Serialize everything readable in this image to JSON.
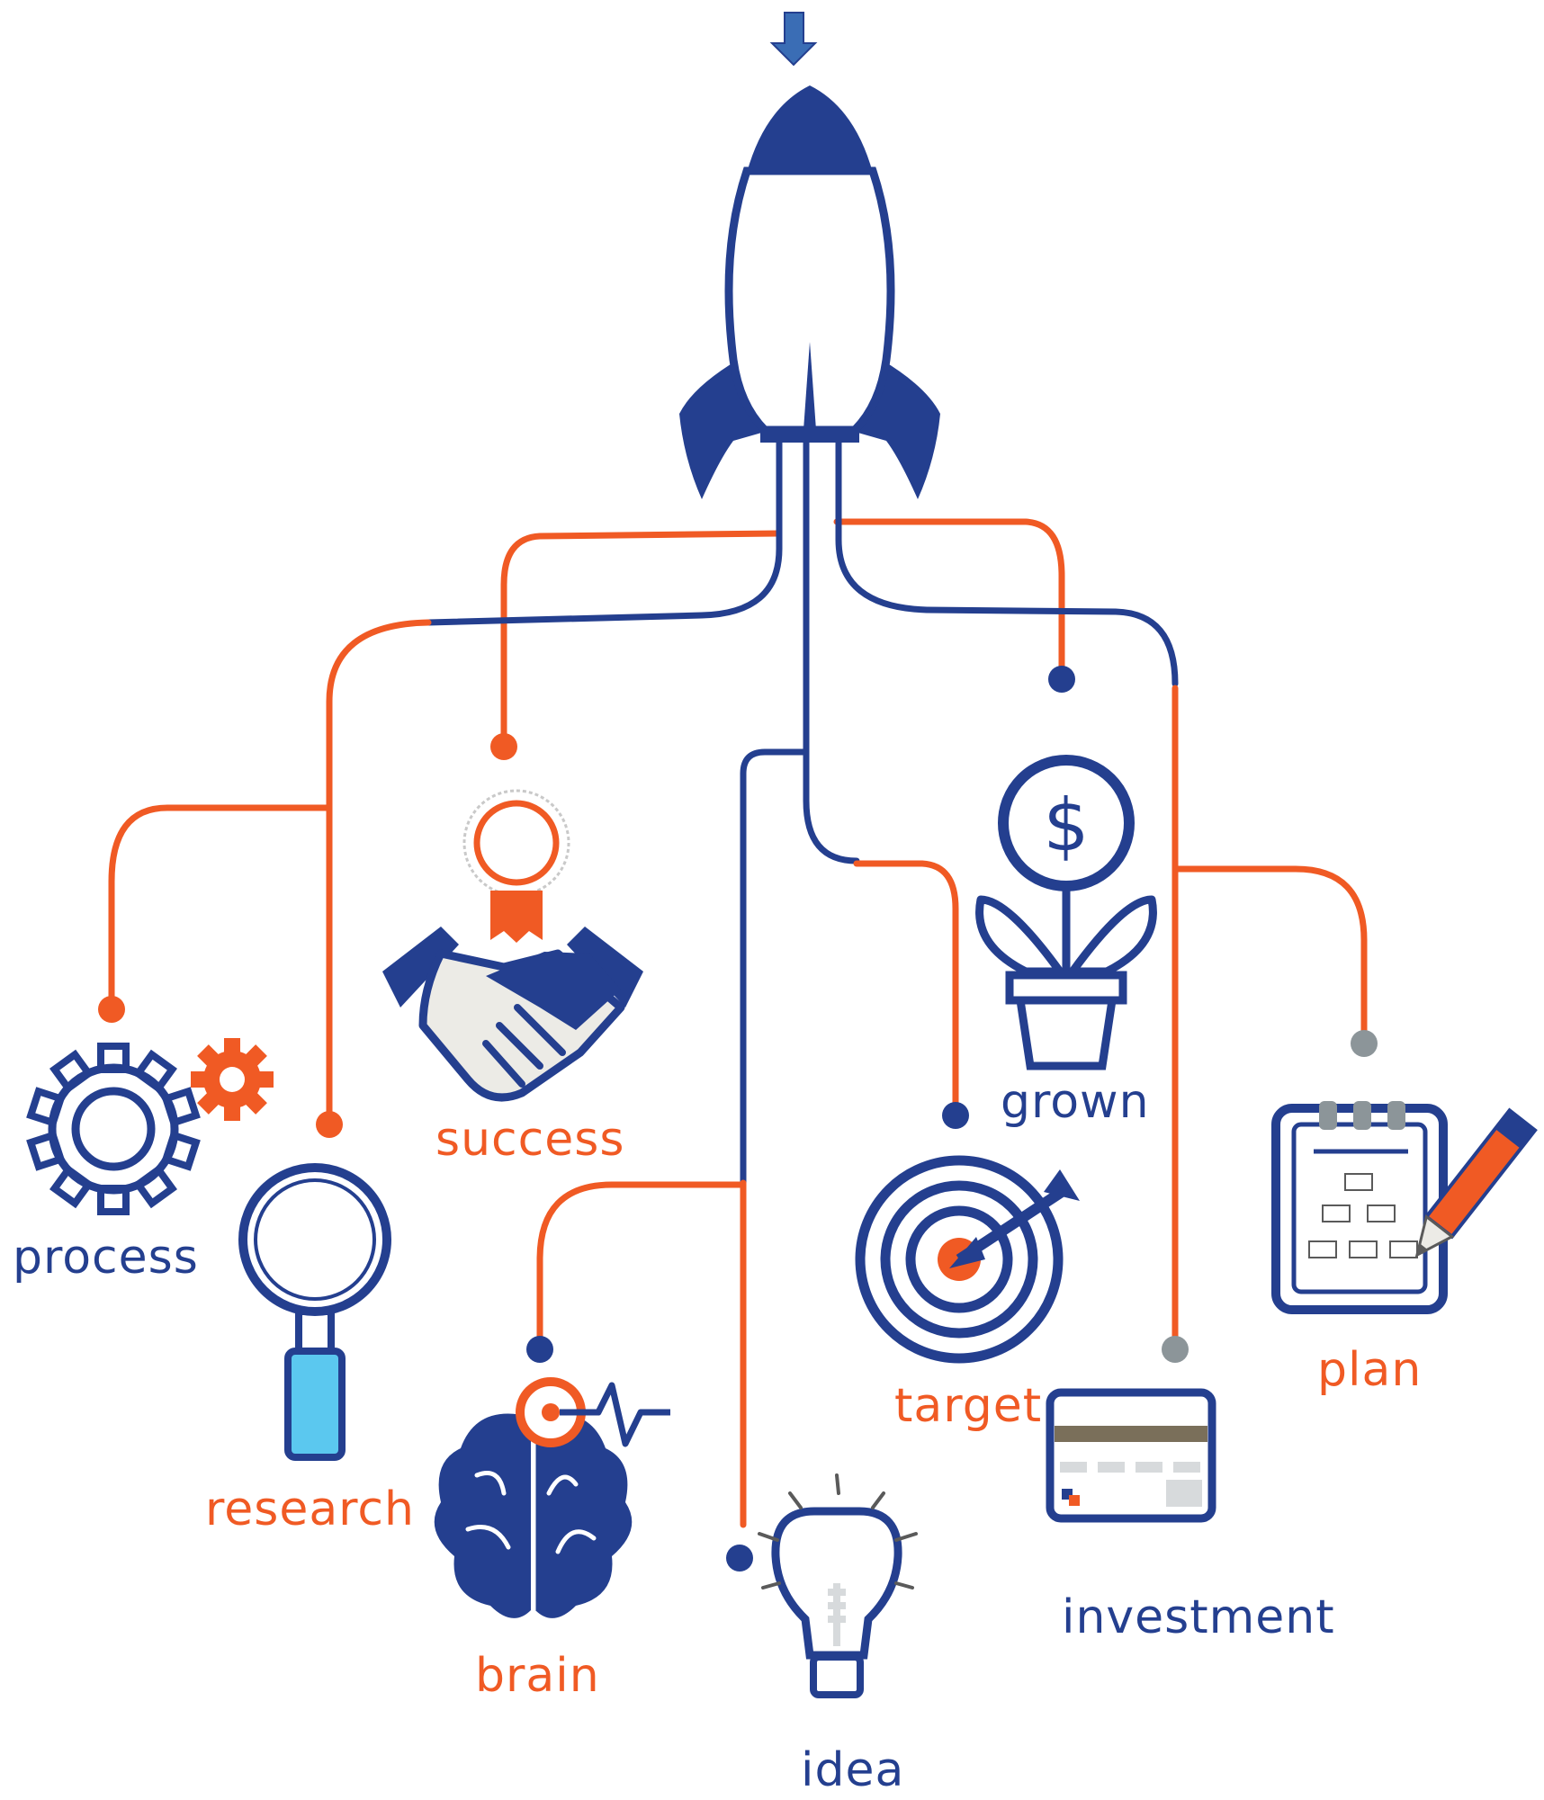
{
  "colors": {
    "navy": "#243f8f",
    "orange": "#f05a24",
    "light_blue": "#5bc8ef",
    "gray": "#8c9599",
    "light_gray": "#d7dadc",
    "cream": "#ecebe6"
  },
  "labels": {
    "process": "process",
    "research": "research",
    "success": "success",
    "brain": "brain",
    "idea": "idea",
    "target": "target",
    "grown": "grown",
    "investment": "investment",
    "plan": "plan"
  },
  "icons": [
    "down-arrow-icon",
    "rocket-icon",
    "gears-icon",
    "magnifier-icon",
    "handshake-award-icon",
    "brain-icon",
    "lightbulb-icon",
    "target-icon",
    "money-plant-icon",
    "credit-card-icon",
    "clipboard-plan-icon"
  ]
}
